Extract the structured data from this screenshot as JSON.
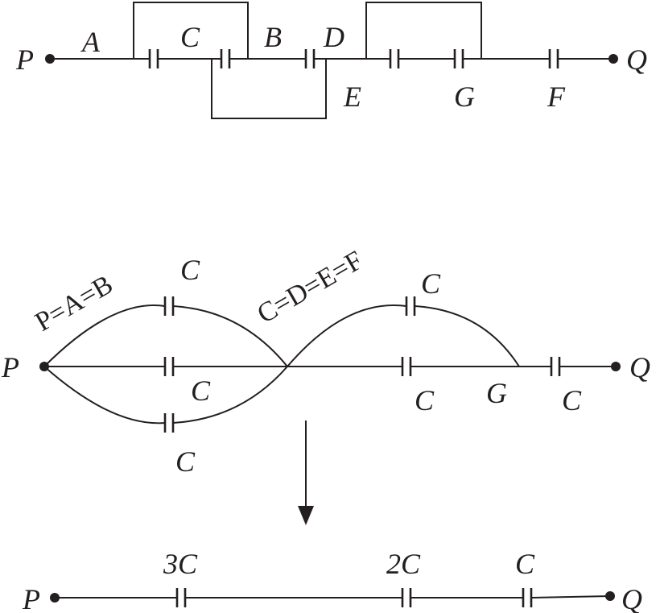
{
  "top_circuit": {
    "terminals": [
      "P",
      "Q"
    ],
    "nodes": [
      "A",
      "C",
      "B",
      "D",
      "E",
      "G",
      "F"
    ]
  },
  "middle_circuit": {
    "terminals": [
      "P",
      "Q"
    ],
    "node_labels": [
      "P=A=B",
      "C=D=E=F",
      "G"
    ],
    "capacitor_labels": [
      "C",
      "C",
      "C",
      "C",
      "C",
      "C"
    ]
  },
  "bottom_circuit": {
    "terminals": [
      "P",
      "Q"
    ],
    "capacitor_labels": [
      "3C",
      "2C",
      "C"
    ]
  },
  "color": "#231f20"
}
